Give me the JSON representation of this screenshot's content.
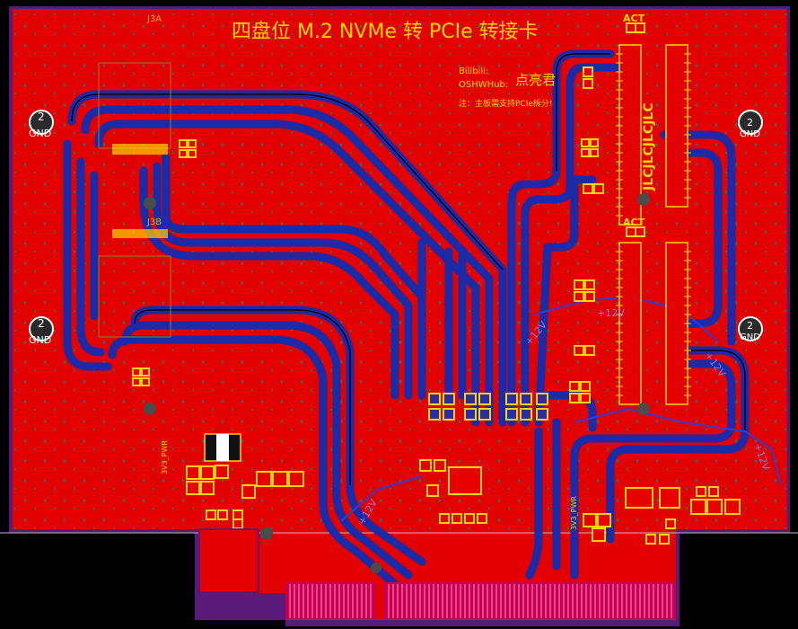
{
  "board": {
    "title": "四盘位 M.2 NVMe 转 PCIe 转接卡",
    "credit_line1": "Bilibili:",
    "credit_line2": "OSHWHub:",
    "author": "点亮君",
    "note": "注：主板需支持PCIe拆分!",
    "led_labels": [
      "ACT",
      "ACT"
    ],
    "mount_holes": [
      {
        "net": "2",
        "label": "GND"
      },
      {
        "net": "2",
        "label": "GND"
      },
      {
        "net": "2",
        "label": "GND"
      },
      {
        "net": "2",
        "label": "GND"
      }
    ],
    "power_labels": [
      "+12V",
      "+12V",
      "+12V",
      "+12V",
      "+12V"
    ],
    "jlc_text": "JLCJLCJLCJLC",
    "pwr_labels": [
      "3V3_PWR",
      "3V3_PWR"
    ],
    "connector_refs": [
      "J3A",
      "J3B"
    ],
    "colors": {
      "top_copper": "#e30000",
      "bottom_copper": "#1b2aa6",
      "silkscreen": "#ffd400",
      "board_edge": "#6b0f8f",
      "gold_fingers": "#c40055"
    }
  }
}
